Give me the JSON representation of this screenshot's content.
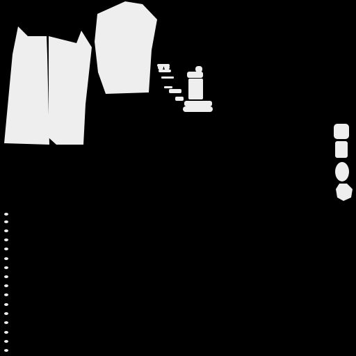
{
  "colors": {
    "background": "#000000",
    "fill": "#EEEEEE"
  },
  "icons": {
    "left_sleeve": "garment-sleeve-piece",
    "right_sleeve": "garment-sleeve-piece",
    "center_panel": "garment-body-piece",
    "small_ornament": "ornament-cluster",
    "small_buttons": "button-shape",
    "dots": "dot-marker"
  }
}
